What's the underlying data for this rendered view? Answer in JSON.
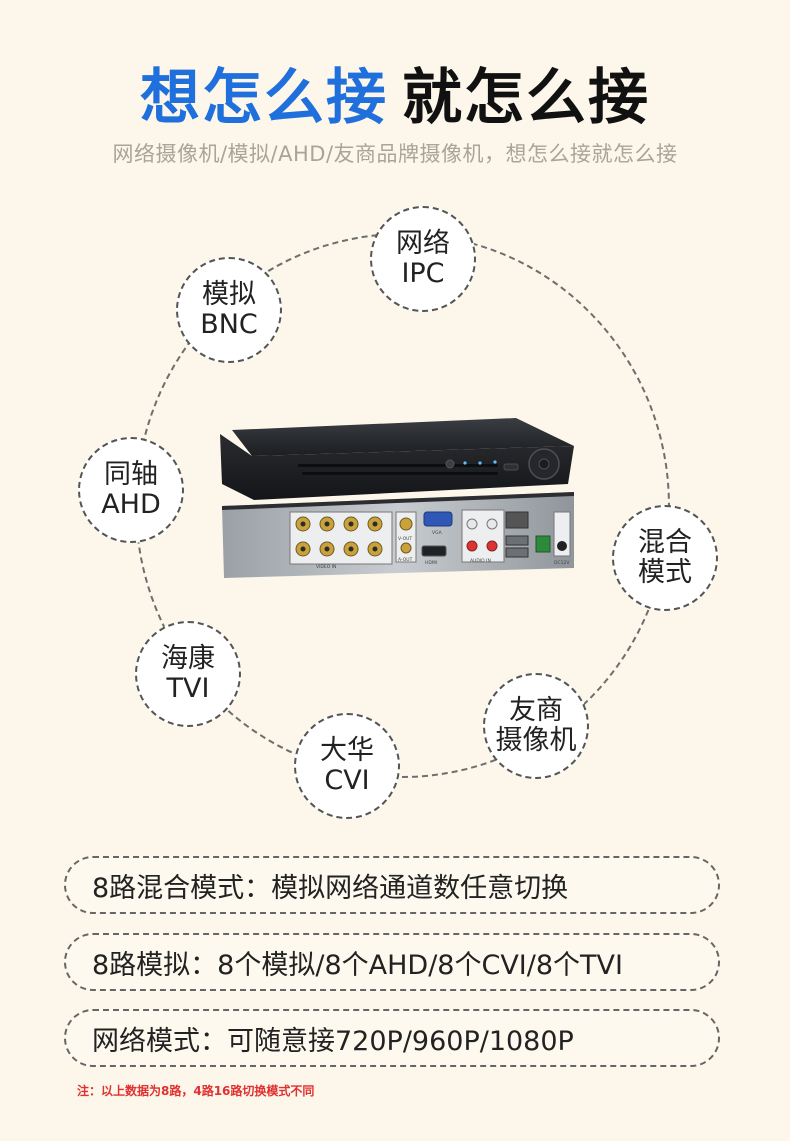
{
  "header": {
    "title_blue": "想怎么接",
    "title_black": "就怎么接",
    "subtitle": "网络摄像机/模拟/AHD/友商品牌摄像机，想怎么接就怎么接"
  },
  "nodes": {
    "ipc": [
      "网络",
      "IPC"
    ],
    "bnc": [
      "模拟",
      "BNC"
    ],
    "ahd": [
      "同轴",
      "AHD"
    ],
    "hybrid": [
      "混合",
      "模式"
    ],
    "tvi": [
      "海康",
      "TVI"
    ],
    "thirdparty": [
      "友商",
      "摄像机"
    ],
    "cvi": [
      "大华",
      "CVI"
    ]
  },
  "device_labels": {
    "video_in": "VIDEO IN",
    "vga": "VGA",
    "hdmi": "HDMI",
    "audio_in": "AUDIO IN",
    "v_out": "V-OUT",
    "a_out": "A-OUT",
    "dc": "DC12V"
  },
  "features": [
    "8路混合模式：模拟网络通道数任意切换",
    "8路模拟：8个模拟/8个AHD/8个CVI/8个TVI",
    "网络模式：可随意接720P/960P/1080P"
  ],
  "note": "注：以上数据为8路，4路16路切换模式不同",
  "colors": {
    "background": "#fcf7ea",
    "title_blue": "#1f6fdc",
    "note_red": "#e03030"
  }
}
